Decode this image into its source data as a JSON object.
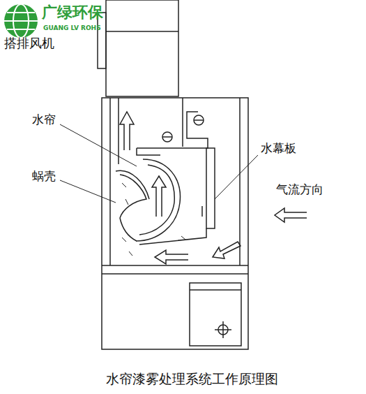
{
  "diagram": {
    "caption": "水帘漆雾处理系统工作原理图",
    "labels": [
      "广绿环保",
      "GUANG LV ROHS",
      "搭排风机",
      "水帘",
      "蜗壳",
      "水幕板",
      "气流方向"
    ]
  }
}
